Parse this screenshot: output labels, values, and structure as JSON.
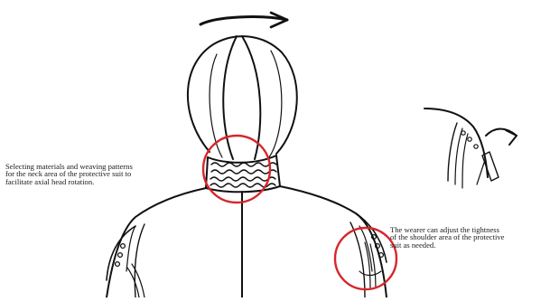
{
  "annotations": {
    "neck": {
      "lines": [
        "Selecting materials and weaving patterns",
        "for the neck area of the protective suit to",
        "facilitate axial head rotation."
      ]
    },
    "shoulder": {
      "lines": [
        "The wearer can adjust the tightness",
        "of the shoulder area of the protective",
        "suit as needed."
      ]
    }
  },
  "icons": {
    "head_rotation": "rotation-arrow-icon",
    "shoulder_adjust": "curved-arrow-icon"
  },
  "colors": {
    "highlight_circle": "#d7262b",
    "line_art": "#111111",
    "background": "#ffffff"
  }
}
